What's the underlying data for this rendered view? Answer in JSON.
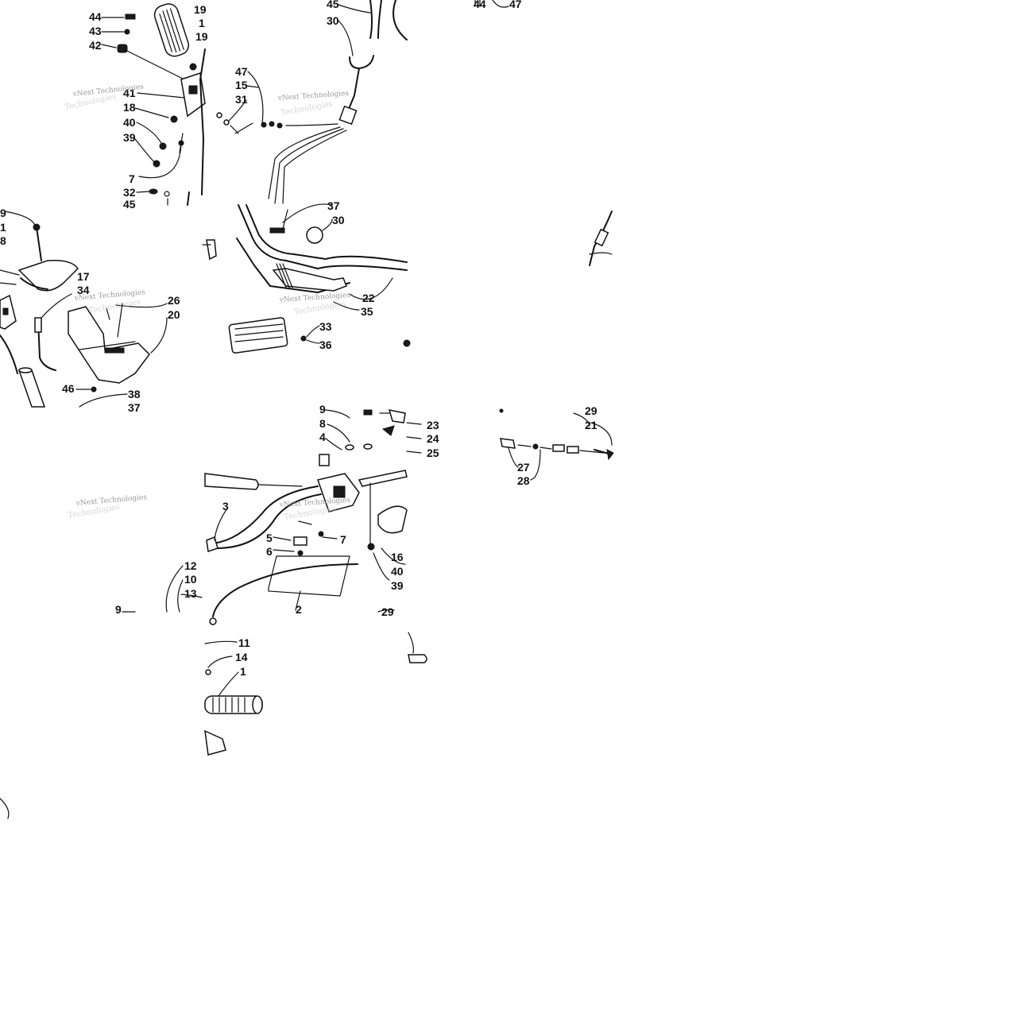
{
  "watermark": {
    "text": "vNext Technologies",
    "faint_text": "Technologies"
  },
  "tiles": {
    "top_left": {
      "callouts": [
        "44",
        "43",
        "42",
        "19",
        "1",
        "19",
        "41",
        "18",
        "40",
        "39",
        "7",
        "32",
        "45"
      ]
    },
    "top_middle": {
      "callouts": [
        "45",
        "30",
        "47",
        "15",
        "31"
      ]
    },
    "top_right": {
      "callouts": [
        "44",
        "47"
      ]
    },
    "middle_left": {
      "callouts": [
        "9",
        "1",
        "8",
        "17",
        "34",
        "26",
        "20",
        "46",
        "38",
        "37"
      ]
    },
    "middle_middle": {
      "callouts": [
        "37",
        "30",
        "22",
        "35",
        "33",
        "36"
      ]
    },
    "lower_left": {
      "callouts": [
        "12",
        "10",
        "13",
        "9"
      ]
    },
    "lower_middle": {
      "callouts": [
        "9",
        "8",
        "4",
        "23",
        "24",
        "25",
        "3",
        "5",
        "6",
        "7",
        "16",
        "40",
        "39",
        "2",
        "29"
      ]
    },
    "lower_right": {
      "callouts": [
        "29",
        "21",
        "27",
        "28"
      ]
    },
    "bottom_middle": {
      "callouts": [
        "11",
        "14",
        "1"
      ]
    }
  },
  "icons": [
    "exploded-parts-diagram"
  ]
}
